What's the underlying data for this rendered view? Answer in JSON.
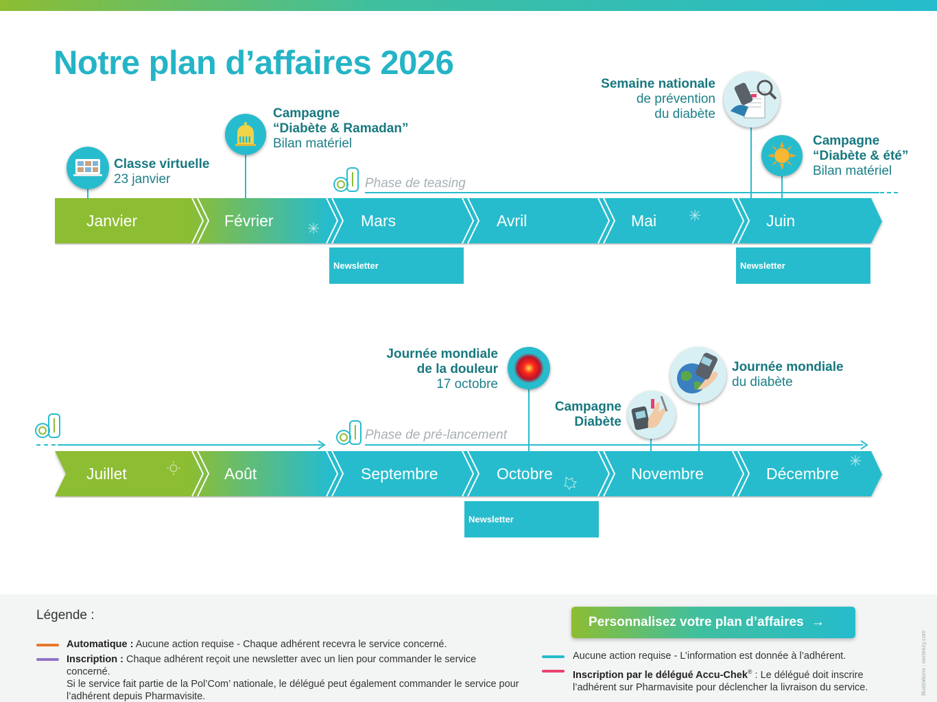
{
  "title": "Notre plan d’affaires 2026",
  "colors": {
    "teal": "#27bccd",
    "green": "#8dbd32",
    "title": "#25b4c6",
    "orange": "#e8762b",
    "purple": "#9173c8",
    "pink": "#e8426e"
  },
  "timeline1": {
    "months": [
      "Janvier",
      "Février",
      "Mars",
      "Avril",
      "Mai",
      "Juin"
    ],
    "phase": "Phase de teasing",
    "newsletters": [
      "Newsletter",
      "Newsletter"
    ],
    "events": [
      {
        "icon": "virtual-class-icon",
        "title": "Classe virtuelle",
        "sub": "23 janvier"
      },
      {
        "icon": "mosque-icon",
        "title1": "Campagne",
        "title2": "“Diabète & Ramadan”",
        "sub": "Bilan matériel"
      },
      {
        "icon": "glucose-meter-icon",
        "title": "Semaine nationale",
        "sub1": "de prévention",
        "sub2": "du diabète"
      },
      {
        "icon": "sun-icon",
        "title1": "Campagne",
        "title2": "“Diabète & été”",
        "sub": "Bilan matériel"
      }
    ]
  },
  "timeline2": {
    "months": [
      "Juillet",
      "Août",
      "Septembre",
      "Octobre",
      "Novembre",
      "Décembre"
    ],
    "phase": "Phase de pré-lancement",
    "newsletters": [
      "Newsletter"
    ],
    "events": [
      {
        "icon": "pain-target-icon",
        "title1": "Journée mondiale",
        "title2": "de la douleur",
        "sub": "17 octobre"
      },
      {
        "icon": "lancing-device-icon",
        "title1": "Campagne",
        "title2": "Diabète"
      },
      {
        "icon": "globe-glucose-icon",
        "title": "Journée mondiale",
        "sub": "du diabète"
      }
    ]
  },
  "legend": {
    "title": "Légende :",
    "items": [
      {
        "color": "#e8762b",
        "label": "Automatique :",
        "text": " Aucune action requise - Chaque adhérent recevra le service concerné."
      },
      {
        "color": "#9173c8",
        "label": "Inscription :",
        "text": " Chaque adhérent reçoit une newsletter avec un lien pour commander le service concerné.",
        "text2": "Si le service fait partie de la Pol’Com’ nationale, le délégué peut également commander le service pour",
        "text3": "l’adhérent depuis Pharmavisite."
      },
      {
        "color": "#27bccd",
        "label": "",
        "text": "Aucune action requise - L’information est donnée à l’adhérent."
      },
      {
        "color": "#e8426e",
        "label": "Inscription par le délégué Accu-Chek",
        "sup": "®",
        "text": " : Le délégué doit inscrire",
        "text2": "l’adhérent sur Pharmavisite pour déclencher la livraison du service."
      }
    ]
  },
  "cta": {
    "label": "Personnalisez votre plan d’affaires",
    "arrow": "→"
  },
  "credit": "Illustrations : vecteezy.com"
}
